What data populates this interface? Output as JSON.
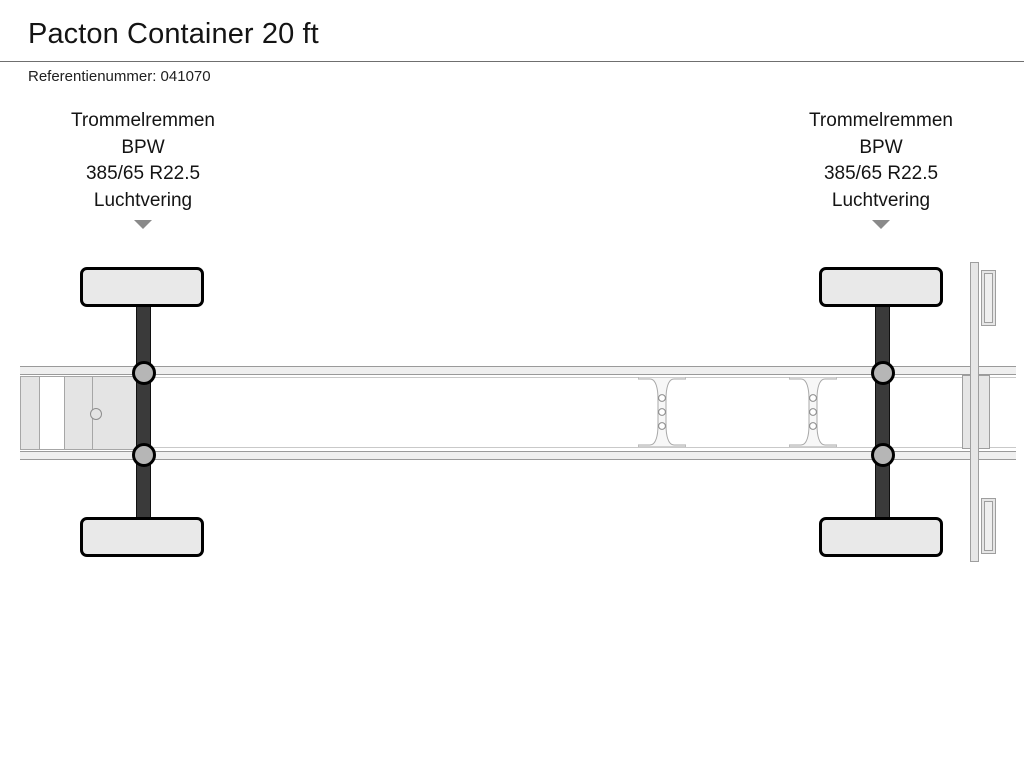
{
  "header": {
    "title": "Pacton Container 20 ft",
    "reference_label": "Referentienummer:",
    "reference_value": "041070",
    "reference_line": "Referentienummer: 041070",
    "divider_color": "#6f6f6f"
  },
  "diagram": {
    "view": "top-view trailer chassis schematic",
    "pointer_color": "#8a8a8a",
    "tire_fill": "#e9e9e9",
    "tire_border": "#000000",
    "axle_beam_color": "#3a3a3a",
    "hub_fill": "#b6b6b6",
    "chassis_fill": "#efefef",
    "chassis_border": "#9a9a9a",
    "bolt_hole_count_per_gusset": 3,
    "axles": [
      {
        "position": "left",
        "specs": [
          "Trommelremmen",
          "BPW",
          "385/65 R22.5",
          "Luchtvering"
        ]
      },
      {
        "position": "right",
        "specs": [
          "Trommelremmen",
          "BPW",
          "385/65 R22.5",
          "Luchtvering"
        ]
      }
    ]
  }
}
